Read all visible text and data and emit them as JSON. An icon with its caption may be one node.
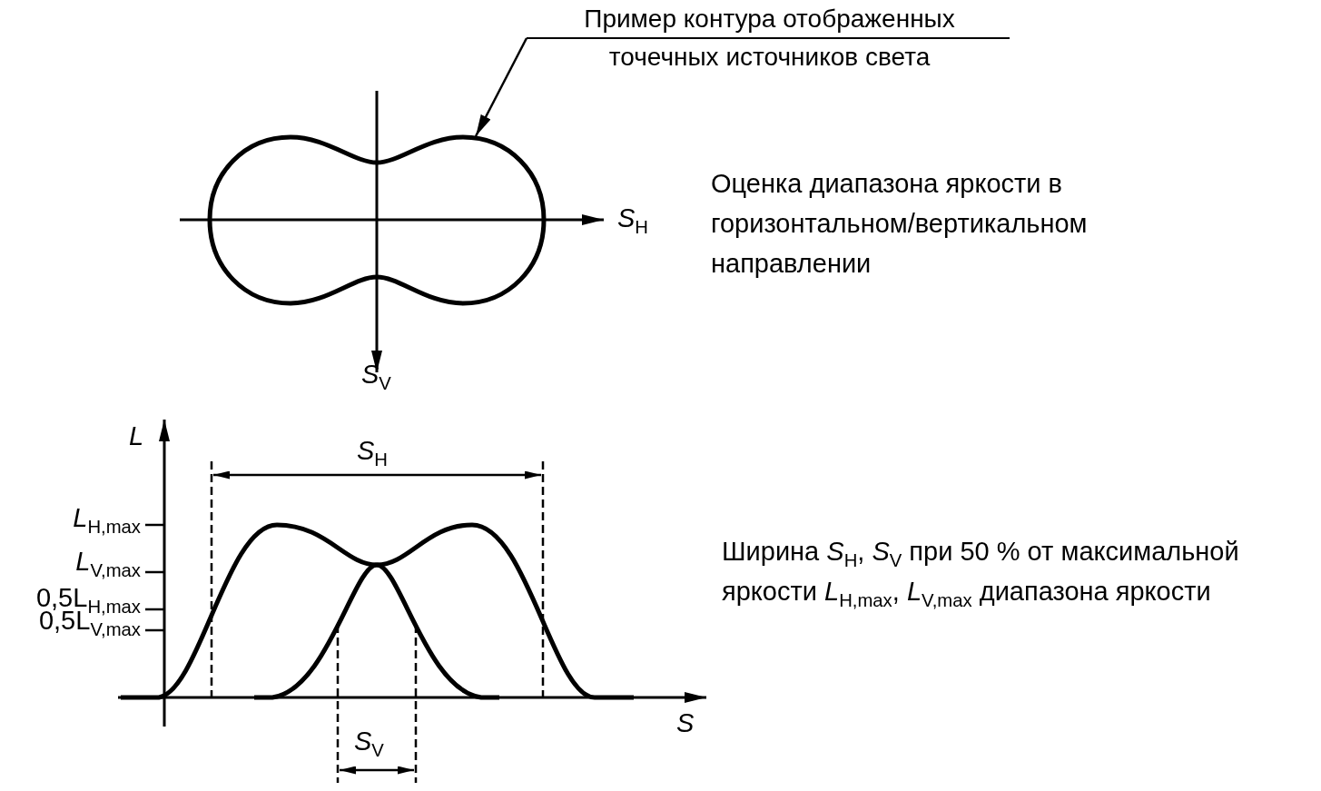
{
  "diagram": {
    "nodes": [
      {
        "text": [
          "Пример контура отображенных точечных источников света"
        ]
      },
      {
        "text": [],
        "shape": "contour"
      }
    ],
    "edges": [
      {
        "from": 0,
        "to": 1,
        "arrow": "to"
      }
    ],
    "labels": [
      "*S*$_{H}$",
      "*S*$_{V}$",
      "Оценка диапазона яркости в горизонтальном/вертикальном направлении",
      "*L*",
      "*S*$_{H}$",
      "*L*$_{H,max}$",
      "*L*$_{V,max}$",
      "0,5L$_{H,max}$",
      "0,5L$_{V,max}$",
      "Ширина *S*$_{H}$, *S*$_{V}$ при 50 % от максимальной яркости *L*$_{H,max}$, *L*$_{V,max}$ диапазона яркости",
      "*S*",
      "*S*$_{V}$"
    ]
  }
}
